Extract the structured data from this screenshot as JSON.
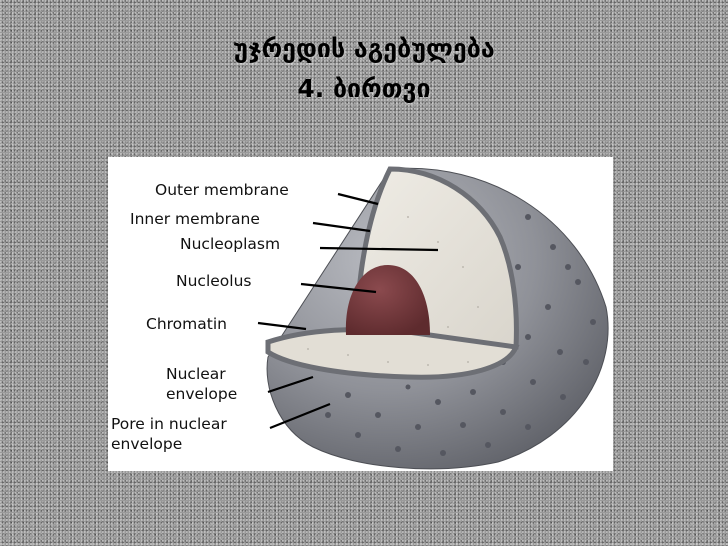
{
  "slide": {
    "title_line1": "უჯრედის აგებულება",
    "title_line2": "4. ბირთვი"
  },
  "diagram": {
    "labels": {
      "outer_membrane": "Outer membrane",
      "inner_membrane": "Inner membrane",
      "nucleoplasm": "Nucleoplasm",
      "nucleolus": "Nucleolus",
      "chromatin": "Chromatin",
      "nuclear_envelope_line1": "Nuclear",
      "nuclear_envelope_line2": "envelope",
      "pore_line1": "Pore in nuclear",
      "pore_line2": "envelope"
    }
  },
  "colors": {
    "background_gray": "#9a9a9a",
    "sphere_gray": "#8d8f96",
    "interior_cream": "#e7e3da",
    "nucleolus_maroon": "#7a3c3f"
  }
}
